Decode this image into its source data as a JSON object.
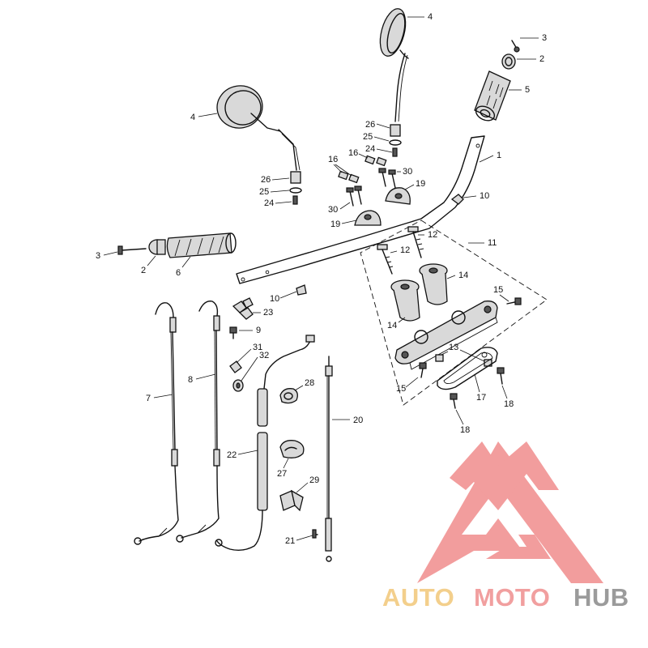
{
  "labels": {
    "mirror_right": "4",
    "mirror_left": "4",
    "end_screw_right": "3",
    "end_weight_right": "2",
    "grip_right": "5",
    "handlebar": "1",
    "clip_right": "10",
    "riser_assembly": "11",
    "riser_bolt_a": "12",
    "riser_bolt_b": "12",
    "riser_left": "14",
    "riser_right": "14",
    "bolt_15_top": "15",
    "bolt_15_bottom": "15",
    "nut_13": "13",
    "plate_17": "17",
    "bolt_18_a": "18",
    "bolt_18_b": "18",
    "cap_19_right": "19",
    "cap_19_left": "19",
    "bolt_30_left": "30",
    "bolt_30_right": "30",
    "pin_16_left": "16",
    "pin_16_right": "16",
    "adapter_26_right": "26",
    "washer_25_right": "25",
    "nut_24_right": "24",
    "adapter_26_left": "26",
    "washer_25_left": "25",
    "nut_24_left": "24",
    "end_screw_left": "3",
    "end_weight_left": "2",
    "grip_left": "6",
    "clip_left": "10",
    "clamp_23": "23",
    "screw_9": "9",
    "cable_7": "7",
    "cable_8": "8",
    "part_31": "31",
    "part_32": "32",
    "clamp_28": "28",
    "cable_20": "20",
    "harness_22": "22",
    "clip_27": "27",
    "clip_29": "29",
    "screw_21": "21"
  },
  "watermark": {
    "auto": "AUTO",
    "moto": "MOTO",
    "hub": "HUB",
    "color_auto": "#f2c779",
    "color_moto": "#ef8f8f",
    "color_hub": "#8a8a8a",
    "logo_color": "#f08c8c"
  }
}
